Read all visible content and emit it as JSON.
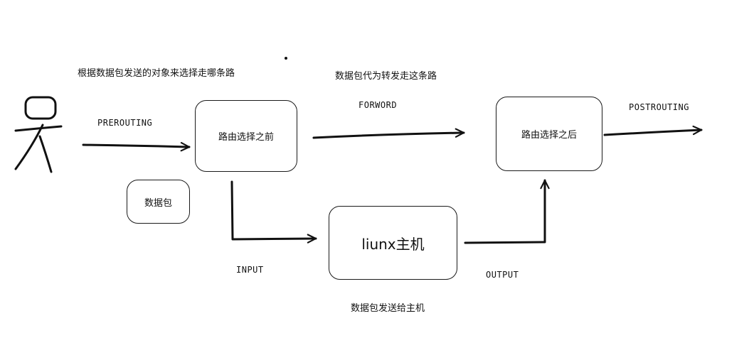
{
  "header": {
    "note_left": "根据数据包发送的对象来选择走哪条路",
    "note_forward": "数据包代为转发走这条路",
    "note_bottom": "数据包发送给主机"
  },
  "hooks": {
    "prerouting": "PREROUTING",
    "forword": "FORWORD",
    "postrouting": "POSTROUTING",
    "input": "INPUT",
    "output": "OUTPUT"
  },
  "boxes": {
    "packet": "数据包",
    "before_routing": "路由选择之前",
    "after_routing": "路由选择之后",
    "host": "liunx主机"
  },
  "figure": {
    "name_glyph": "吴"
  },
  "colors": {
    "ink": "#111111",
    "background": "#ffffff"
  }
}
